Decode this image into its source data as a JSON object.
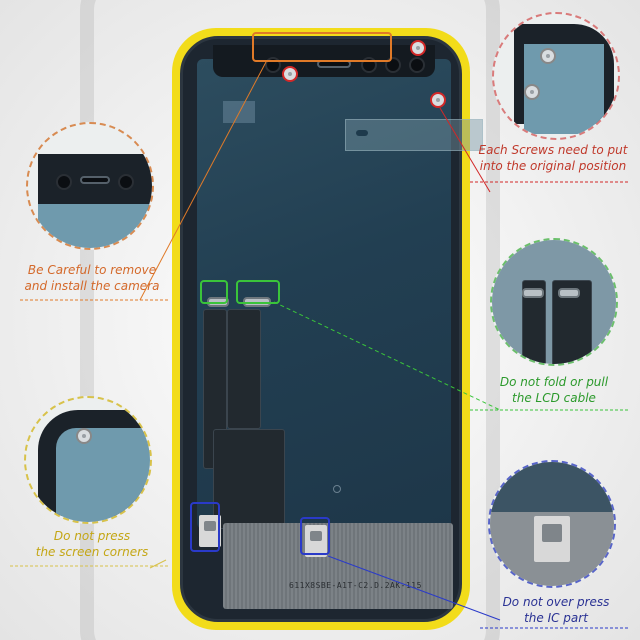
{
  "annotations": {
    "camera": {
      "line1": "Be Careful to remove",
      "line2": "and install the camera",
      "color": "#d4692a"
    },
    "screws": {
      "line1": "Each Screws need to put",
      "line2": "into the original position",
      "color": "#c0392b"
    },
    "lcd_cable": {
      "line1": "Do not fold or pull",
      "line2": "the LCD cable",
      "color": "#2c9a2c"
    },
    "corners": {
      "line1": "Do not press",
      "line2": "the screen corners",
      "color": "#c4a614"
    },
    "ic_part": {
      "line1": "Do not over press",
      "line2": "the IC part",
      "color": "#2a3294"
    }
  },
  "phone": {
    "frame_color": "#f2dc1a",
    "screen_color": "#223f52",
    "board_text": "611X8SBE-A1T-C2.D.2AK-115"
  }
}
